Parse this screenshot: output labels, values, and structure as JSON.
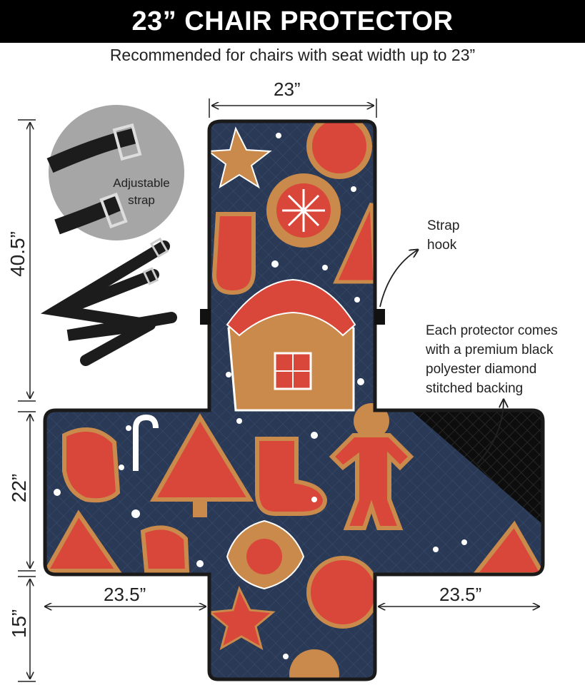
{
  "header": {
    "title": "23” CHAIR PROTECTOR",
    "subtitle": "Recommended for chairs with seat width up to 23”"
  },
  "dimensions": {
    "top_width": "23”",
    "back_height": "40.5”",
    "seat_height": "22”",
    "front_height": "15”",
    "left_arm_width": "23.5”",
    "right_arm_width": "23.5”"
  },
  "callouts": {
    "strap_label": "Adjustable strap",
    "hook_label": "Strap hook",
    "backing_note": "Each protector comes with a premium black polyester diamond stitched backing"
  },
  "colors": {
    "banner": "#000000",
    "fabric": "#2a3a56",
    "gingerbread": "#c98a4b",
    "icing_red": "#d9473a",
    "backing": "#111111"
  }
}
